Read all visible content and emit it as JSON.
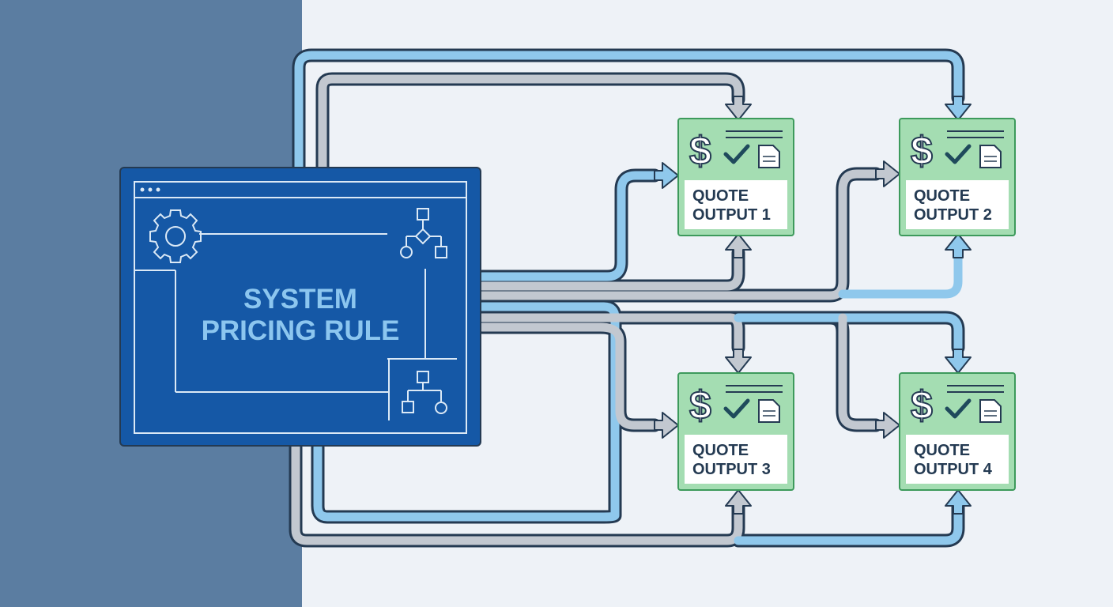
{
  "colors": {
    "left_panel": "#5b7da1",
    "background": "#eef2f7",
    "system_box": "#1558a6",
    "system_text": "#8cc6ef",
    "card_fill": "#a4ddb2",
    "card_border": "#3d9a5c",
    "blue_line": "#8fc8ec",
    "gray_line": "#c2c8d0",
    "outline": "#243a52"
  },
  "system_box": {
    "title_line1": "SYSTEM",
    "title_line2": "PRICING RULE",
    "icons": [
      "window-dots-icon",
      "gear-icon",
      "flowchart-icon",
      "hierarchy-icon"
    ]
  },
  "outputs": [
    {
      "line1": "QUOTE",
      "line2": "OUTPUT 1",
      "icons": [
        "dollar-icon",
        "checkmark-icon",
        "document-icon"
      ]
    },
    {
      "line1": "QUOTE",
      "line2": "OUTPUT 2",
      "icons": [
        "dollar-icon",
        "checkmark-icon",
        "document-icon"
      ]
    },
    {
      "line1": "QUOTE",
      "line2": "OUTPUT 3",
      "icons": [
        "dollar-icon",
        "checkmark-icon",
        "document-icon"
      ]
    },
    {
      "line1": "QUOTE",
      "line2": "OUTPUT 4",
      "icons": [
        "dollar-icon",
        "checkmark-icon",
        "document-icon"
      ]
    }
  ]
}
